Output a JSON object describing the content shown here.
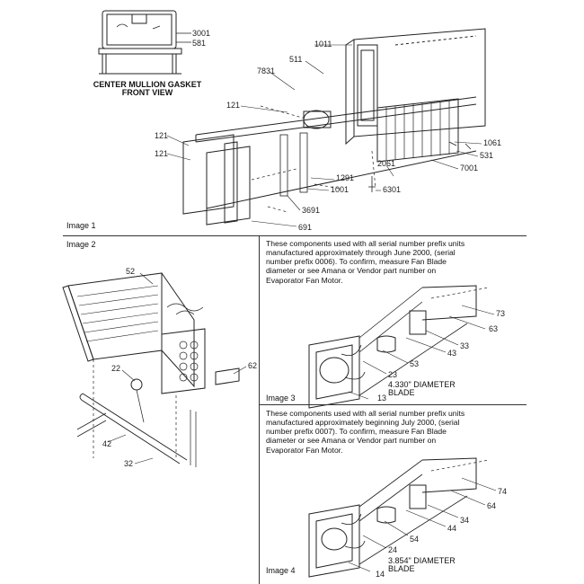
{
  "image1": {
    "title": "Image 1",
    "front_view_caption_line1": "CENTER MULLION GASKET",
    "front_view_caption_line2": "FRONT VIEW",
    "callouts": [
      "3001",
      "581",
      "1011",
      "511",
      "7831",
      "121",
      "121",
      "121",
      "1061",
      "531",
      "7001",
      "2061",
      "1291",
      "6301",
      "1001",
      "3691",
      "691"
    ]
  },
  "image2": {
    "title": "Image 2",
    "callouts": [
      "52",
      "22",
      "62",
      "42",
      "32"
    ]
  },
  "image3": {
    "title": "Image 3",
    "note_lines": [
      "These components used with all serial number prefix units",
      "manufactured approximately through June 2000, (serial",
      "number prefix 0006). To confirm, measure Fan Blade",
      "diameter or see Amana or Vendor part number on",
      "Evaporator Fan Motor."
    ],
    "callouts": [
      "73",
      "63",
      "33",
      "43",
      "53",
      "23",
      "13"
    ],
    "blade_line1": "4.330\" DIAMETER",
    "blade_line2": "BLADE"
  },
  "image4": {
    "title": "Image 4",
    "note_lines": [
      "These components used with all serial number prefix units",
      "manufactured approximately beginning July 2000, (serial",
      "number prefix 0007). To confirm, measure Fan Blade",
      "diameter or see Amana or Vendor part number on",
      "Evaporator Fan Motor."
    ],
    "callouts": [
      "74",
      "64",
      "34",
      "44",
      "54",
      "24",
      "14"
    ],
    "blade_line1": "3.854\" DIAMETER",
    "blade_line2": "BLADE"
  }
}
